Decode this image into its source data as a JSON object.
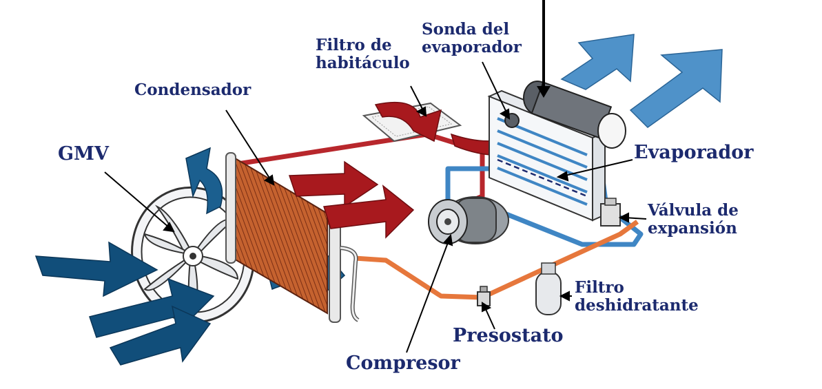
{
  "colors": {
    "label": "#1c2a6e",
    "hot_pipe": "#b8272c",
    "cold_pipe": "#3f86c4",
    "liquid_pipe": "#e6773c",
    "blue_arrow": "#114e7a",
    "red_arrow": "#a8191e",
    "light_blue_arrow": "#4f92c9",
    "condenser": "#b4532a"
  },
  "labels": {
    "gmv": "GMV",
    "condensador": "Condensador",
    "filtro_habitaculo": [
      "Filtro de",
      "habitáculo"
    ],
    "sonda_evaporador": [
      "Sonda del",
      "evaporador"
    ],
    "evaporador": "Evaporador",
    "valvula_expansion": [
      "Válvula de",
      "expansión"
    ],
    "filtro_deshidratante": [
      "Filtro",
      "deshidratante"
    ],
    "presostato": "Presostato",
    "compresor": "Compresor"
  },
  "icons": [
    "fan-icon",
    "condenser-icon",
    "compressor-icon",
    "evaporator-icon",
    "cabin-filter-icon",
    "drier-filter-icon",
    "pressure-switch-icon",
    "expansion-valve-icon",
    "probe-icon"
  ]
}
